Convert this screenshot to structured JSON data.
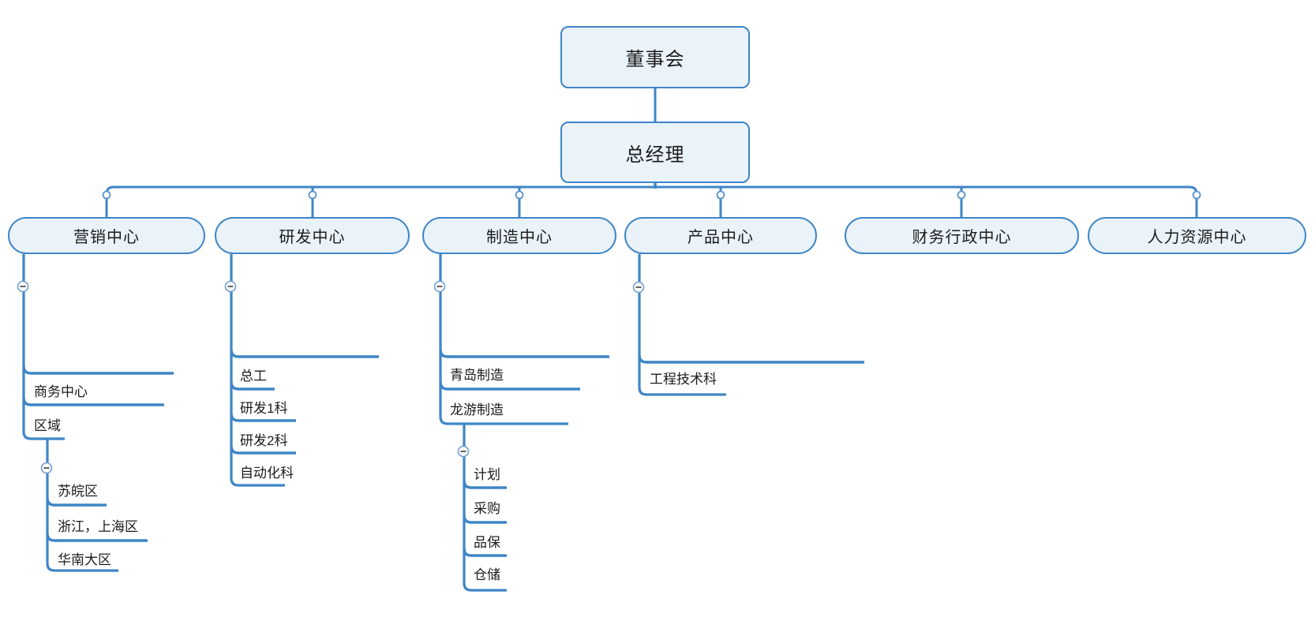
{
  "colors": {
    "line_blue": "#3e86c6",
    "node_fill": "#eaf2fa",
    "node_border": "#3e86c6",
    "text": "#1b1b1b"
  },
  "org_chart": {
    "root": {
      "label": "董事会"
    },
    "general_manager": {
      "label": "总经理"
    },
    "centers": [
      {
        "label": "营销中心",
        "children": [
          {
            "label": ""
          },
          {
            "label": "商务中心"
          },
          {
            "label": "区域",
            "children": [
              {
                "label": "苏皖区"
              },
              {
                "label": "浙江，上海区"
              },
              {
                "label": "华南大区"
              }
            ]
          }
        ]
      },
      {
        "label": "研发中心",
        "children": [
          {
            "label": ""
          },
          {
            "label": "总工"
          },
          {
            "label": "研发1科"
          },
          {
            "label": "研发2科"
          },
          {
            "label": "自动化科"
          }
        ]
      },
      {
        "label": "制造中心",
        "children": [
          {
            "label": ""
          },
          {
            "label": "青岛制造"
          },
          {
            "label": "龙游制造",
            "children": [
              {
                "label": "计划"
              },
              {
                "label": "采购"
              },
              {
                "label": "品保"
              },
              {
                "label": "仓储"
              }
            ]
          }
        ]
      },
      {
        "label": "产品中心",
        "children": [
          {
            "label": ""
          },
          {
            "label": "工程技术科"
          }
        ]
      },
      {
        "label": "财务行政中心"
      },
      {
        "label": "人力资源中心"
      }
    ]
  }
}
